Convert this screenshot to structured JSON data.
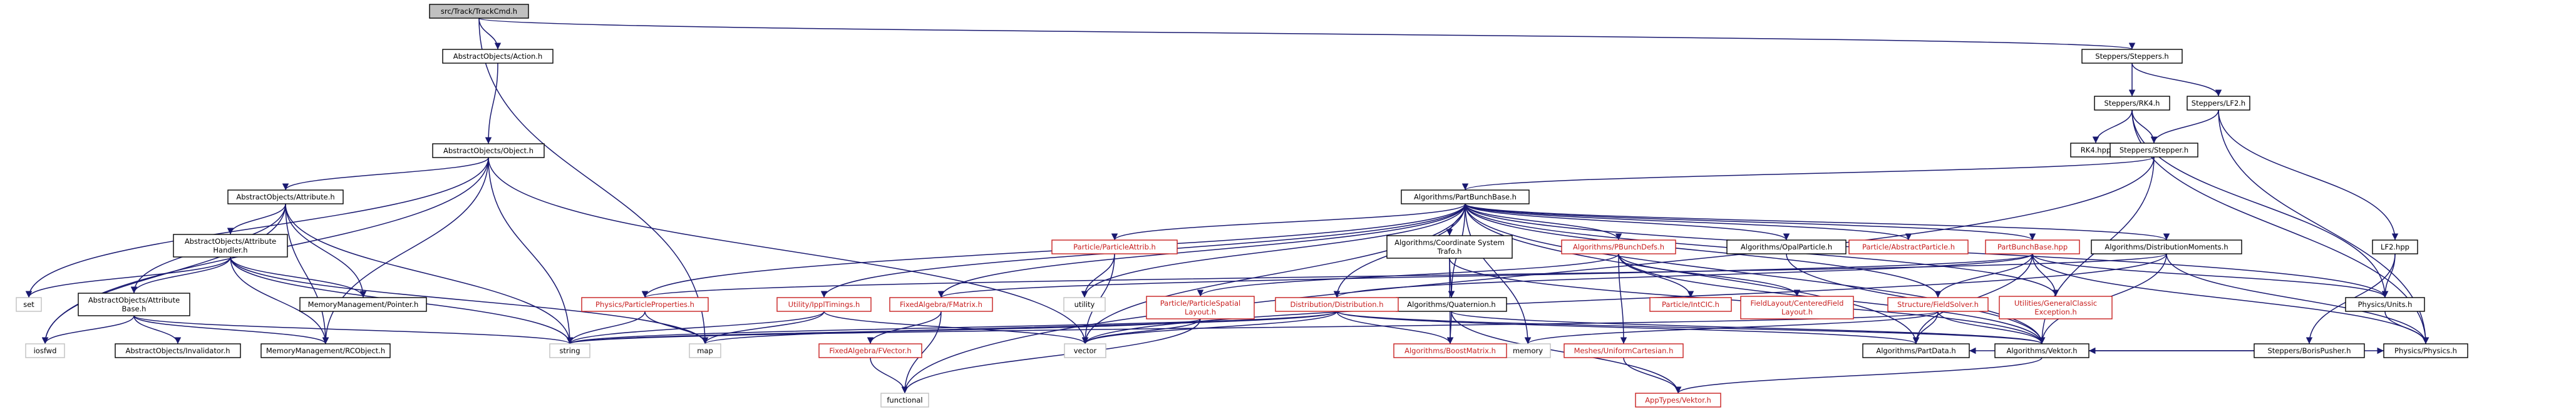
{
  "colors": {
    "edge": "#191970",
    "node_fill": "#ffffff",
    "root_fill": "#c0c0c0",
    "text": "#000000",
    "red_text": "#c81e1e"
  },
  "nodes": [
    {
      "id": "root",
      "lines": [
        "src/Track/TrackCmd.h"
      ],
      "style": "root"
    },
    {
      "id": "action",
      "lines": [
        "AbstractObjects/Action.h"
      ],
      "style": "normal"
    },
    {
      "id": "steppers",
      "lines": [
        "Steppers/Steppers.h"
      ],
      "style": "normal"
    },
    {
      "id": "object",
      "lines": [
        "AbstractObjects/Object.h"
      ],
      "style": "normal"
    },
    {
      "id": "rk4",
      "lines": [
        "Steppers/RK4.h"
      ],
      "style": "normal"
    },
    {
      "id": "lf2",
      "lines": [
        "Steppers/LF2.h"
      ],
      "style": "normal"
    },
    {
      "id": "rk4hpp",
      "lines": [
        "RK4.hpp"
      ],
      "style": "normal"
    },
    {
      "id": "stepper",
      "lines": [
        "Steppers/Stepper.h"
      ],
      "style": "normal"
    },
    {
      "id": "attribute",
      "lines": [
        "AbstractObjects/Attribute.h"
      ],
      "style": "normal"
    },
    {
      "id": "partbunchbase",
      "lines": [
        "Algorithms/PartBunchBase.h"
      ],
      "style": "normal"
    },
    {
      "id": "attrhandler",
      "lines": [
        "AbstractObjects/Attribute",
        "Handler.h"
      ],
      "style": "normal"
    },
    {
      "id": "particleattrib",
      "lines": [
        "Particle/ParticleAttrib.h"
      ],
      "style": "red"
    },
    {
      "id": "coordtrafo",
      "lines": [
        "Algorithms/Coordinate System",
        "Trafo.h"
      ],
      "style": "normal"
    },
    {
      "id": "pbunchdefs",
      "lines": [
        "Algorithms/PBunchDefs.h"
      ],
      "style": "red"
    },
    {
      "id": "opalparticle",
      "lines": [
        "Algorithms/OpalParticle.h"
      ],
      "style": "normal"
    },
    {
      "id": "abstractparticle",
      "lines": [
        "Particle/AbstractParticle.h"
      ],
      "style": "red"
    },
    {
      "id": "partbunchbasehpp",
      "lines": [
        "PartBunchBase.hpp"
      ],
      "style": "red"
    },
    {
      "id": "distmoments",
      "lines": [
        "Algorithms/DistributionMoments.h"
      ],
      "style": "normal"
    },
    {
      "id": "lf2hpp",
      "lines": [
        "LF2.hpp"
      ],
      "style": "normal"
    },
    {
      "id": "set",
      "lines": [
        "set"
      ],
      "style": "gray"
    },
    {
      "id": "attrbase",
      "lines": [
        "AbstractObjects/Attribute",
        "Base.h"
      ],
      "style": "normal"
    },
    {
      "id": "mmpointer",
      "lines": [
        "MemoryManagement/Pointer.h"
      ],
      "style": "normal"
    },
    {
      "id": "particleprops",
      "lines": [
        "Physics/ParticleProperties.h"
      ],
      "style": "red"
    },
    {
      "id": "ippltimings",
      "lines": [
        "Utility/IpplTimings.h"
      ],
      "style": "red"
    },
    {
      "id": "fmatrix",
      "lines": [
        "FixedAlgebra/FMatrix.h"
      ],
      "style": "red"
    },
    {
      "id": "utility",
      "lines": [
        "utility"
      ],
      "style": "gray"
    },
    {
      "id": "quaternion",
      "lines": [
        "Algorithms/Quaternion.h"
      ],
      "style": "normal"
    },
    {
      "id": "spatiallayout",
      "lines": [
        "Particle/ParticleSpatial",
        "Layout.h"
      ],
      "style": "red"
    },
    {
      "id": "distribution",
      "lines": [
        "Distribution/Distribution.h"
      ],
      "style": "red"
    },
    {
      "id": "intcic",
      "lines": [
        "Particle/IntCIC.h"
      ],
      "style": "red"
    },
    {
      "id": "fieldlayout",
      "lines": [
        "FieldLayout/CenteredField",
        "Layout.h"
      ],
      "style": "red"
    },
    {
      "id": "fieldsolver",
      "lines": [
        "Structure/FieldSolver.h"
      ],
      "style": "red"
    },
    {
      "id": "genclassic",
      "lines": [
        "Utilities/GeneralClassic",
        "Exception.h"
      ],
      "style": "red"
    },
    {
      "id": "physunits",
      "lines": [
        "Physics/Units.h"
      ],
      "style": "normal"
    },
    {
      "id": "borispusher",
      "lines": [
        "Steppers/BorisPusher.h"
      ],
      "style": "normal"
    },
    {
      "id": "iosfwd",
      "lines": [
        "iosfwd"
      ],
      "style": "gray"
    },
    {
      "id": "invalidator",
      "lines": [
        "AbstractObjects/Invalidator.h"
      ],
      "style": "normal"
    },
    {
      "id": "rcobject",
      "lines": [
        "MemoryManagement/RCObject.h"
      ],
      "style": "normal"
    },
    {
      "id": "string",
      "lines": [
        "string"
      ],
      "style": "gray"
    },
    {
      "id": "map",
      "lines": [
        "map"
      ],
      "style": "gray"
    },
    {
      "id": "vector",
      "lines": [
        "vector"
      ],
      "style": "gray"
    },
    {
      "id": "fvector",
      "lines": [
        "FixedAlgebra/FVector.h"
      ],
      "style": "red"
    },
    {
      "id": "memory",
      "lines": [
        "memory"
      ],
      "style": "gray"
    },
    {
      "id": "boostmatrix",
      "lines": [
        "Algorithms/BoostMatrix.h"
      ],
      "style": "red"
    },
    {
      "id": "uniformcart",
      "lines": [
        "Meshes/UniformCartesian.h"
      ],
      "style": "red"
    },
    {
      "id": "partdata",
      "lines": [
        "Algorithms/PartData.h"
      ],
      "style": "normal"
    },
    {
      "id": "vektor",
      "lines": [
        "Algorithms/Vektor.h"
      ],
      "style": "normal"
    },
    {
      "id": "physics",
      "lines": [
        "Physics/Physics.h"
      ],
      "style": "normal"
    },
    {
      "id": "functional",
      "lines": [
        "functional"
      ],
      "style": "gray"
    },
    {
      "id": "apptypesvektor",
      "lines": [
        "AppTypes/Vektor.h"
      ],
      "style": "red"
    }
  ],
  "edges": [
    [
      "root",
      "action"
    ],
    [
      "root",
      "steppers"
    ],
    [
      "root",
      "map"
    ],
    [
      "action",
      "object"
    ],
    [
      "steppers",
      "rk4"
    ],
    [
      "steppers",
      "lf2"
    ],
    [
      "object",
      "attribute"
    ],
    [
      "object",
      "set"
    ],
    [
      "object",
      "iosfwd"
    ],
    [
      "object",
      "string"
    ],
    [
      "object",
      "rcobject"
    ],
    [
      "object",
      "vector"
    ],
    [
      "rk4",
      "rk4hpp"
    ],
    [
      "rk4",
      "stepper"
    ],
    [
      "rk4",
      "physics"
    ],
    [
      "rk4",
      "physunits"
    ],
    [
      "lf2",
      "stepper"
    ],
    [
      "lf2",
      "lf2hpp"
    ],
    [
      "lf2",
      "physics"
    ],
    [
      "stepper",
      "partbunchbase"
    ],
    [
      "stepper",
      "vektor"
    ],
    [
      "stepper",
      "functional"
    ],
    [
      "attribute",
      "attrhandler"
    ],
    [
      "attribute",
      "attrbase"
    ],
    [
      "attribute",
      "mmpointer"
    ],
    [
      "attribute",
      "rcobject"
    ],
    [
      "attribute",
      "string"
    ],
    [
      "attribute",
      "iosfwd"
    ],
    [
      "attrhandler",
      "attrbase"
    ],
    [
      "attrhandler",
      "set"
    ],
    [
      "attrhandler",
      "mmpointer"
    ],
    [
      "attrhandler",
      "rcobject"
    ],
    [
      "attrhandler",
      "string"
    ],
    [
      "attrhandler",
      "map"
    ],
    [
      "attrbase",
      "iosfwd"
    ],
    [
      "attrbase",
      "invalidator"
    ],
    [
      "attrbase",
      "rcobject"
    ],
    [
      "attrbase",
      "string"
    ],
    [
      "partbunchbase",
      "particleprops"
    ],
    [
      "partbunchbase",
      "ippltimings"
    ],
    [
      "partbunchbase",
      "fmatrix"
    ],
    [
      "partbunchbase",
      "vector"
    ],
    [
      "partbunchbase",
      "particleattrib"
    ],
    [
      "partbunchbase",
      "utility"
    ],
    [
      "partbunchbase",
      "coordtrafo"
    ],
    [
      "partbunchbase",
      "distribution"
    ],
    [
      "partbunchbase",
      "memory"
    ],
    [
      "partbunchbase",
      "pbunchdefs"
    ],
    [
      "partbunchbase",
      "opalparticle"
    ],
    [
      "partbunchbase",
      "abstractparticle"
    ],
    [
      "partbunchbase",
      "partbunchbasehpp"
    ],
    [
      "partbunchbase",
      "distmoments"
    ],
    [
      "partbunchbase",
      "genclassic"
    ],
    [
      "partbunchbase",
      "physunits"
    ],
    [
      "partbunchbase",
      "vektor"
    ],
    [
      "partbunchbase",
      "fieldsolver"
    ],
    [
      "partbunchbase",
      "quaternion"
    ],
    [
      "partbunchbase",
      "partdata"
    ],
    [
      "particleattrib",
      "utility"
    ],
    [
      "particleattrib",
      "vector"
    ],
    [
      "coordtrafo",
      "quaternion"
    ],
    [
      "coordtrafo",
      "boostmatrix"
    ],
    [
      "coordtrafo",
      "vektor"
    ],
    [
      "pbunchdefs",
      "intcic"
    ],
    [
      "pbunchdefs",
      "fieldlayout"
    ],
    [
      "pbunchdefs",
      "uniformcart"
    ],
    [
      "pbunchdefs",
      "spatiallayout"
    ],
    [
      "pbunchdefs",
      "vektor"
    ],
    [
      "opalparticle",
      "vektor"
    ],
    [
      "partbunchbasehpp",
      "fieldsolver"
    ],
    [
      "partbunchbasehpp",
      "genclassic"
    ],
    [
      "partbunchbasehpp",
      "physunits"
    ],
    [
      "partbunchbasehpp",
      "distribution"
    ],
    [
      "partbunchbasehpp",
      "partdata"
    ],
    [
      "partbunchbasehpp",
      "physics"
    ],
    [
      "partbunchbasehpp",
      "fmatrix"
    ],
    [
      "distmoments",
      "vektor"
    ],
    [
      "distmoments",
      "physics"
    ],
    [
      "distmoments",
      "vector"
    ],
    [
      "distmoments",
      "particleprops"
    ],
    [
      "lf2hpp",
      "borispusher"
    ],
    [
      "lf2hpp",
      "physunits"
    ],
    [
      "particleprops",
      "string"
    ],
    [
      "particleprops",
      "map"
    ],
    [
      "ippltimings",
      "map"
    ],
    [
      "ippltimings",
      "string"
    ],
    [
      "ippltimings",
      "vector"
    ],
    [
      "fmatrix",
      "fvector"
    ],
    [
      "fmatrix",
      "functional"
    ],
    [
      "quaternion",
      "boostmatrix"
    ],
    [
      "quaternion",
      "vektor"
    ],
    [
      "quaternion",
      "apptypesvektor"
    ],
    [
      "spatiallayout",
      "vector"
    ],
    [
      "spatiallayout",
      "functional"
    ],
    [
      "spatiallayout",
      "string"
    ],
    [
      "distribution",
      "vector"
    ],
    [
      "distribution",
      "string"
    ],
    [
      "distribution",
      "map"
    ],
    [
      "distribution",
      "boostmatrix"
    ],
    [
      "distribution",
      "vektor"
    ],
    [
      "distribution",
      "partdata"
    ],
    [
      "fieldsolver",
      "string"
    ],
    [
      "fieldsolver",
      "memory"
    ],
    [
      "fieldsolver",
      "vektor"
    ],
    [
      "fieldsolver",
      "partdata"
    ],
    [
      "physunits",
      "physics"
    ],
    [
      "borispusher",
      "vektor"
    ],
    [
      "borispusher",
      "partdata"
    ],
    [
      "borispusher",
      "physics"
    ],
    [
      "fvector",
      "functional"
    ],
    [
      "uniformcart",
      "apptypesvektor"
    ],
    [
      "vektor",
      "apptypesvektor"
    ]
  ]
}
